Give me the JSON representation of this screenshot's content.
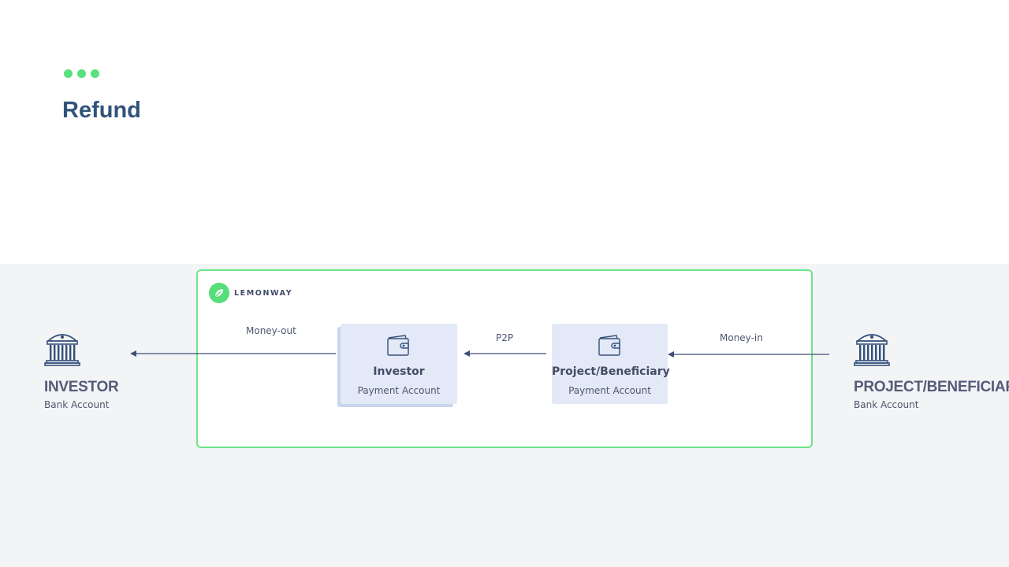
{
  "slide": {
    "title": "Refund"
  },
  "brand": {
    "name": "LEMONWAY",
    "colors": {
      "accent_green": "#5ae07f",
      "title_blue": "#31527a",
      "card_fill": "#e3e9f6",
      "arrow": "#3d4f78"
    }
  },
  "parties": {
    "investor": {
      "name": "INVESTOR",
      "sub": "Bank Account",
      "icon": "bank-icon"
    },
    "project": {
      "name": "PROJECT/BENEFICIARY",
      "sub": "Bank Account",
      "icon": "bank-icon"
    }
  },
  "accounts": {
    "investor": {
      "name": "Investor",
      "sub": "Payment Account",
      "icon": "wallet-icon"
    },
    "project": {
      "name": "Project/Beneficiary",
      "sub": "Payment Account",
      "icon": "wallet-icon"
    }
  },
  "flows": {
    "money_out": "Money-out",
    "p2p": "P2P",
    "money_in": "Money-in"
  }
}
